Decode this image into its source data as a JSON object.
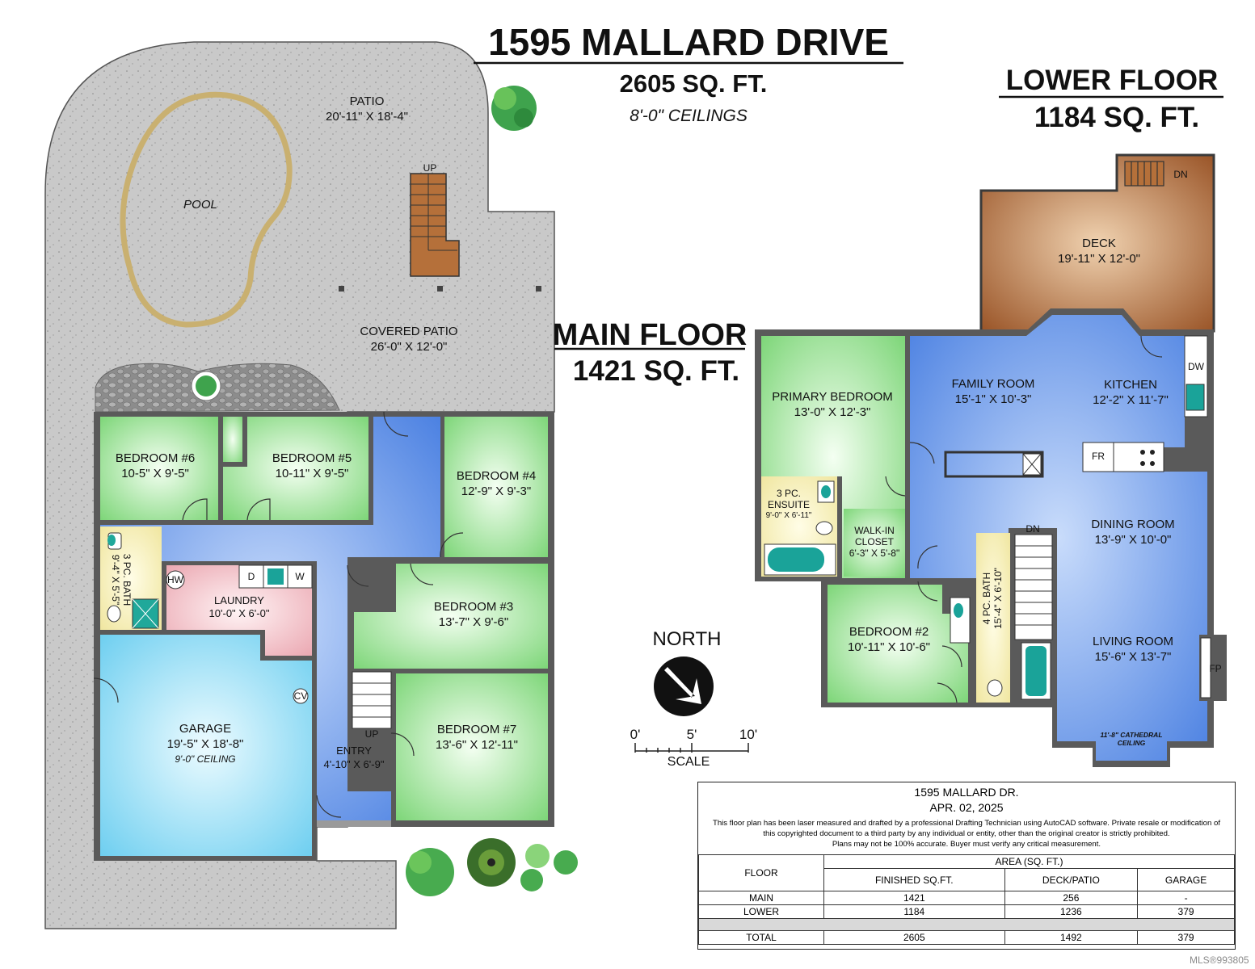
{
  "header": {
    "address": "1595 MALLARD DRIVE",
    "total_area": "2605 SQ. FT.",
    "ceilings": "8'-0\" CEILINGS"
  },
  "lower_floor": {
    "title": "LOWER FLOOR",
    "area": "1184 SQ. FT."
  },
  "main_floor": {
    "title": "MAIN FLOOR",
    "area": "1421 SQ. FT."
  },
  "colors": {
    "bedroom": "#8fe08a",
    "hall": "#5c8fe6",
    "bath": "#f7f0b0",
    "laundry": "#f2b8c0",
    "garage": "#7fd6f2",
    "deck": "#a8602e",
    "patio": "#c8c8c8",
    "pool": "#66c7b8",
    "wall": "#5a5a5a"
  },
  "main_rooms": {
    "patio": {
      "name": "PATIO",
      "dims": "20'-11\" X 18'-4\""
    },
    "pool": {
      "name": "POOL"
    },
    "up": "UP",
    "covered_patio": {
      "name": "COVERED PATIO",
      "dims": "26'-0\" X 12'-0\""
    },
    "bedroom6": {
      "name": "BEDROOM #6",
      "dims": "10-5\" X 9'-5\""
    },
    "bedroom5": {
      "name": "BEDROOM #5",
      "dims": "10-11\" X 9'-5\""
    },
    "bedroom4": {
      "name": "BEDROOM #4",
      "dims": "12'-9\" X 9'-3\""
    },
    "bath3": {
      "name": "3 PC. BATH",
      "dims": "9'-4\" X 5'-5\""
    },
    "hw": "HW",
    "dryer": "D",
    "washer": "W",
    "laundry": {
      "name": "LAUNDRY",
      "dims": "10'-0\" X 6'-0\""
    },
    "bedroom3": {
      "name": "BEDROOM #3",
      "dims": "13'-7\" X 9'-6\""
    },
    "cv": "CV",
    "garage": {
      "name": "GARAGE",
      "dims": "19'-5\" X 18'-8\"",
      "ceiling": "9'-0\" CEILING"
    },
    "up_stairs": "UP",
    "entry": {
      "name": "ENTRY",
      "dims": "4'-10\" X 6'-9\""
    },
    "bedroom7": {
      "name": "BEDROOM #7",
      "dims": "13'-6\" X 12'-11\""
    }
  },
  "lower_rooms": {
    "dn_deck": "DN",
    "deck": {
      "name": "DECK",
      "dims": "19'-11\" X 12'-0\""
    },
    "dw": "DW",
    "primary_bedroom": {
      "name": "PRIMARY BEDROOM",
      "dims": "13'-0\" X 12'-3\""
    },
    "family_room": {
      "name": "FAMILY ROOM",
      "dims": "15'-1\" X 10'-3\""
    },
    "kitchen": {
      "name": "KITCHEN",
      "dims": "12'-2\" X 11'-7\""
    },
    "fr": "FR",
    "ensuite": {
      "name1": "3 PC.",
      "name2": "ENSUITE",
      "dims": "9'-0\" X 6'-11\""
    },
    "walkin": {
      "name1": "WALK-IN",
      "name2": "CLOSET",
      "dims": "6'-3\" X 5'-8\""
    },
    "dn_stairs": "DN",
    "dining_room": {
      "name": "DINING ROOM",
      "dims": "13'-9\" X 10'-0\""
    },
    "bedroom2": {
      "name": "BEDROOM #2",
      "dims": "10'-11\" X 10'-6\""
    },
    "bath4": {
      "name": "4 PC. BATH",
      "dims": "15'-4\" X 6'-10\""
    },
    "living_room": {
      "name": "LIVING ROOM",
      "dims": "15'-6\" X 13'-7\""
    },
    "fp": "FP",
    "cathedral": {
      "line1": "11'-8\" CATHEDRAL",
      "line2": "CEILING"
    }
  },
  "compass": {
    "label": "NORTH"
  },
  "scale": {
    "label": "SCALE",
    "ticks": [
      "0'",
      "5'",
      "10'"
    ]
  },
  "info": {
    "address": "1595 MALLARD DR.",
    "date": "APR. 02, 2025",
    "disclaimer1": "This floor plan has been laser measured and drafted by a professional Drafting Technician using AutoCAD software. Private resale or modification of",
    "disclaimer2": "this copyrighted document to a third party by any individual or entity, other than the original creator is strictly prohibited.",
    "disclaimer3": "Plans may not be 100% accurate.  Buyer must verify any critical measurement.",
    "table": {
      "floor_header": "FLOOR",
      "area_header": "AREA (SQ. FT.)",
      "columns": [
        "FINISHED SQ.FT.",
        "DECK/PATIO",
        "GARAGE"
      ],
      "rows": [
        {
          "floor": "MAIN",
          "finished": "1421",
          "deck": "256",
          "garage": "-"
        },
        {
          "floor": "LOWER",
          "finished": "1184",
          "deck": "1236",
          "garage": "379"
        }
      ],
      "total": {
        "floor": "TOTAL",
        "finished": "2605",
        "deck": "1492",
        "garage": "379"
      }
    }
  },
  "watermark": "MLS®993805"
}
